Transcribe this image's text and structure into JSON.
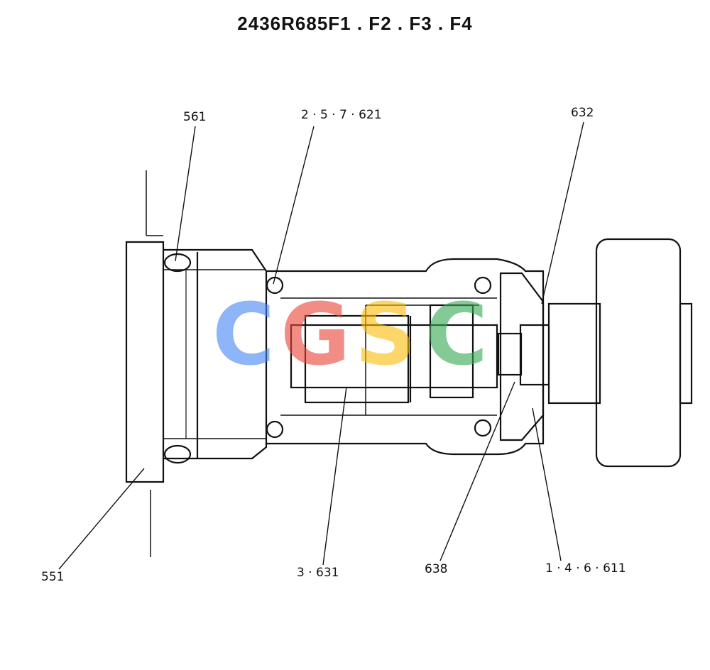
{
  "title": "2436R685F1 . F2 . F3 . F4",
  "callouts": {
    "c561": "561",
    "c621": "2 · 5 · 7 · 621",
    "c632": "632",
    "c551": "551",
    "c631": "3 · 631",
    "c638": "638",
    "c611": "1 · 4 · 6 · 611"
  },
  "watermark": {
    "letters": [
      "C",
      "G",
      "S",
      "C"
    ],
    "colors": [
      "#4285F4",
      "#EA4335",
      "#FBBC05",
      "#34A853"
    ]
  }
}
